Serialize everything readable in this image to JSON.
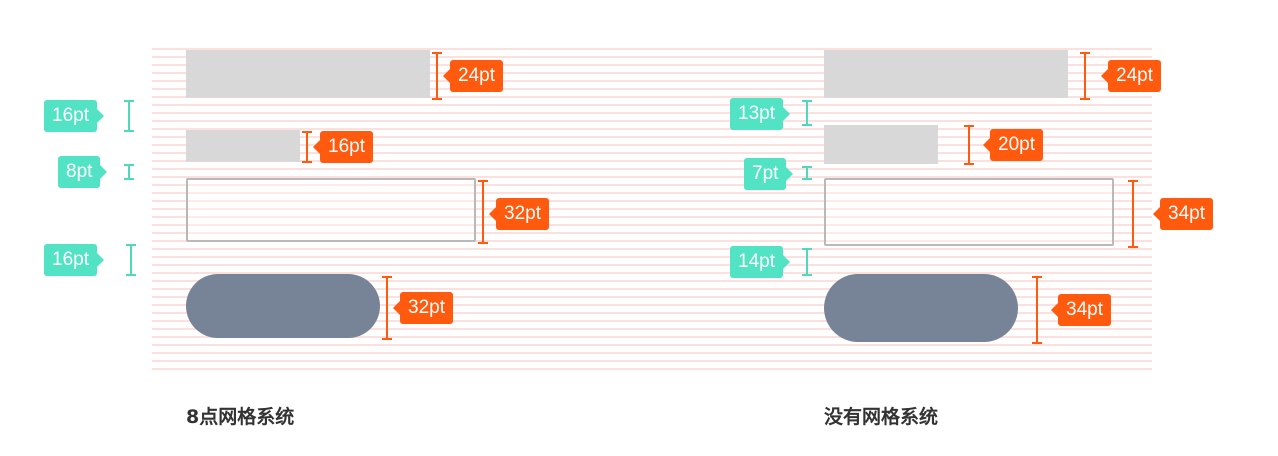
{
  "left_panel": {
    "caption": "8点网格系统",
    "labels": {
      "heading_height": "24pt",
      "subheading_height": "16pt",
      "input_height": "32pt",
      "button_height": "32pt",
      "gap_1": "16pt",
      "gap_2": "8pt",
      "gap_3": "16pt"
    }
  },
  "right_panel": {
    "caption": "没有网格系统",
    "labels": {
      "heading_height": "24pt",
      "subheading_height": "20pt",
      "input_height": "34pt",
      "button_height": "34pt",
      "gap_1": "13pt",
      "gap_2": "7pt",
      "gap_3": "14pt"
    }
  },
  "colors": {
    "grid_line": "#fbe0de",
    "placeholder_block": "#d8d8d8",
    "input_border": "#b9b9b9",
    "button_fill": "#778396",
    "size_tag": "#ff5a0d",
    "spacing_tag": "#52e2c4",
    "caption_text": "#333333"
  }
}
